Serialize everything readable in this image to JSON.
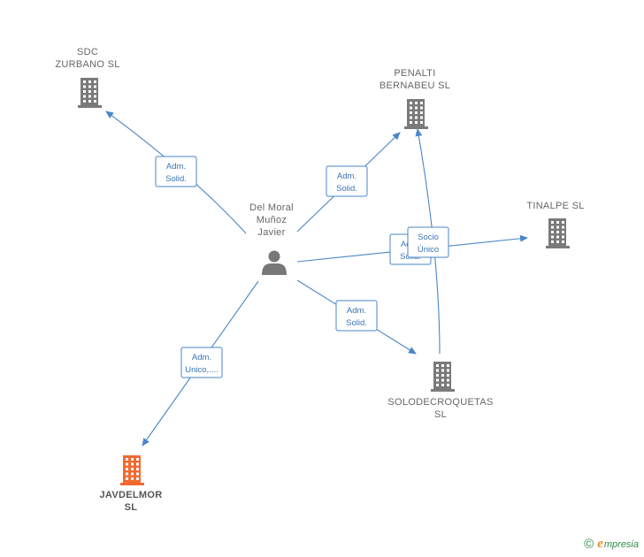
{
  "colors": {
    "edge": "#4a86c8",
    "building": "#7a7a7a",
    "building_highlight": "#f26a32",
    "person": "#777777"
  },
  "nodes": [
    {
      "id": "person",
      "type": "person",
      "icon": "person-icon",
      "lines": [
        "Del Moral",
        "Muñoz",
        "Javier"
      ]
    },
    {
      "id": "sdc",
      "type": "company",
      "icon": "building-icon",
      "lines": [
        "SDC",
        "ZURBANO  SL"
      ]
    },
    {
      "id": "penalti",
      "type": "company",
      "icon": "building-icon",
      "lines": [
        "PENALTI",
        "BERNABEU  SL"
      ]
    },
    {
      "id": "tinalpe",
      "type": "company",
      "icon": "building-icon",
      "lines": [
        "TINALPE  SL"
      ]
    },
    {
      "id": "solodecroquetas",
      "type": "company",
      "icon": "building-icon",
      "lines": [
        "SOLODECROQUETAS",
        "SL"
      ]
    },
    {
      "id": "javdelmor",
      "type": "company",
      "icon": "building-icon",
      "highlight": true,
      "lines": [
        "JAVDELMOR",
        "SL"
      ]
    }
  ],
  "edges": [
    {
      "from": "person",
      "to": "sdc",
      "label": [
        "Adm.",
        "Solid."
      ]
    },
    {
      "from": "person",
      "to": "penalti",
      "label": [
        "Adm.",
        "Solid."
      ]
    },
    {
      "from": "person",
      "to": "tinalpe",
      "label": [
        "Adm.",
        "Solid."
      ]
    },
    {
      "from": "person",
      "to": "solodecroquetas",
      "label": [
        "Adm.",
        "Solid."
      ]
    },
    {
      "from": "person",
      "to": "javdelmor",
      "label": [
        "Adm.",
        "Unico,...."
      ]
    },
    {
      "from": "solodecroquetas",
      "to": "penalti",
      "label": [
        "Socio",
        "Único"
      ]
    }
  ],
  "footer": {
    "copyright_symbol": "©",
    "brand_initial": "e",
    "brand_rest": "mpresia"
  }
}
